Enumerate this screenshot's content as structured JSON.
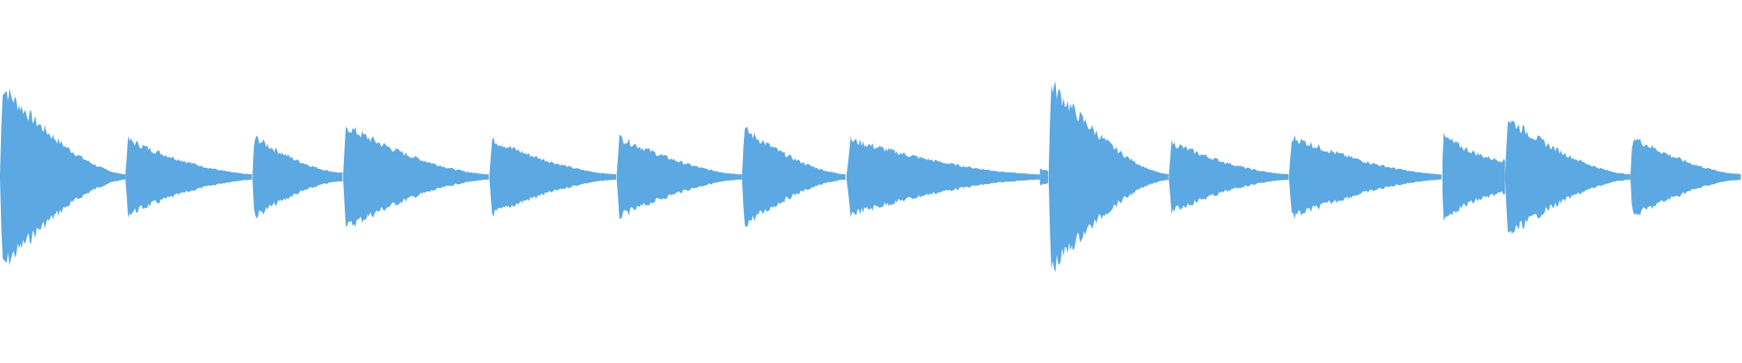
{
  "waveform": {
    "color": "#5ba8e2",
    "background": "#ffffff",
    "channels": 1,
    "segments": [
      {
        "start": 0.0,
        "end": 0.072,
        "peak": 0.68,
        "tail": 0.02
      },
      {
        "start": 0.072,
        "end": 0.145,
        "peak": 0.28,
        "tail": 0.02
      },
      {
        "start": 0.145,
        "end": 0.197,
        "peak": 0.3,
        "tail": 0.03
      },
      {
        "start": 0.197,
        "end": 0.281,
        "peak": 0.38,
        "tail": 0.02
      },
      {
        "start": 0.281,
        "end": 0.354,
        "peak": 0.28,
        "tail": 0.02
      },
      {
        "start": 0.354,
        "end": 0.426,
        "peak": 0.3,
        "tail": 0.02
      },
      {
        "start": 0.426,
        "end": 0.486,
        "peak": 0.36,
        "tail": 0.02
      },
      {
        "start": 0.486,
        "end": 0.597,
        "peak": 0.28,
        "tail": 0.02
      },
      {
        "start": 0.597,
        "end": 0.602,
        "peak": 0.06,
        "tail": 0.05
      },
      {
        "start": 0.602,
        "end": 0.671,
        "peak": 0.7,
        "tail": 0.02
      },
      {
        "start": 0.671,
        "end": 0.74,
        "peak": 0.26,
        "tail": 0.02
      },
      {
        "start": 0.74,
        "end": 0.828,
        "peak": 0.3,
        "tail": 0.02
      },
      {
        "start": 0.828,
        "end": 0.864,
        "peak": 0.3,
        "tail": 0.12
      },
      {
        "start": 0.864,
        "end": 0.936,
        "peak": 0.44,
        "tail": 0.02
      },
      {
        "start": 0.936,
        "end": 1.0,
        "peak": 0.3,
        "tail": 0.02
      }
    ]
  }
}
